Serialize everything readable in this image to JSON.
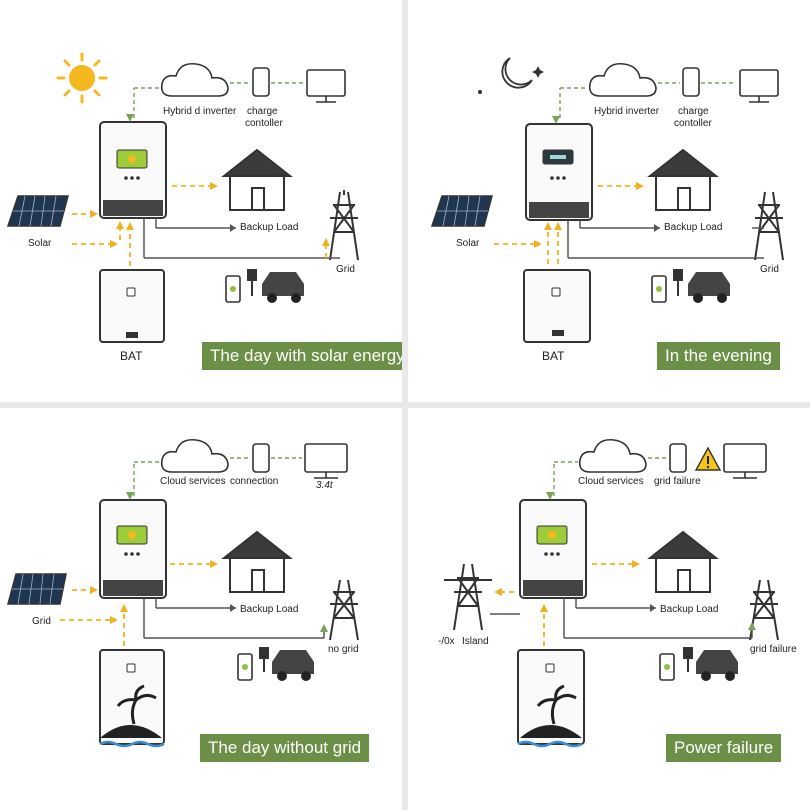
{
  "colors": {
    "banner": "#6b8f47",
    "flow_arrow": "#f2b01e",
    "data_link": "#7aa35a",
    "wire": "#555555"
  },
  "panels": [
    {
      "banner": "The day with solar energy",
      "cloud_label": "Hybrid d inverter",
      "phone_label": "charge",
      "monitor_label": "contoller",
      "source_label": "Solar",
      "load_label": "Backup Load",
      "grid_label": "Grid",
      "bat_label": "BAT"
    },
    {
      "banner": "In the evening",
      "cloud_label": "Hybrid inverter",
      "phone_label": "charge",
      "monitor_label": "contoller",
      "source_label": "Solar",
      "load_label": "Backup Load",
      "grid_label": "Grid",
      "bat_label": "BAT"
    },
    {
      "banner": "The day without grid",
      "cloud_label": "Cloud services",
      "phone_label": "connection",
      "monitor_label": "3.4t",
      "source_label": "Grid",
      "load_label": "Backup Load",
      "grid_label": "no grid"
    },
    {
      "banner": "Power failure",
      "cloud_label": "Cloud services",
      "phone_label": "grid failure",
      "source_label": "Island",
      "source_prefix": "-/0x",
      "load_label": "Backup Load",
      "grid_label": "grid failure"
    }
  ]
}
